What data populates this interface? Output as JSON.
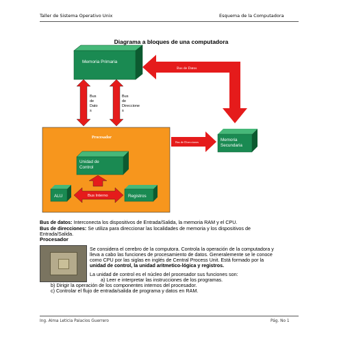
{
  "header": {
    "left": "Taller de Sistema Operativo Unix",
    "right": "Esquema de la Computadora"
  },
  "diagram": {
    "title": "Diagrama a bloques de una computadora",
    "memoria_primaria": "Memoria Primaria",
    "bus_datos_top": "Bus de Datos",
    "bus_datos_v": [
      "Bus",
      "de",
      "Dato",
      "s"
    ],
    "bus_direcciones_v": [
      "Bus",
      "de",
      "Direccione",
      "s"
    ],
    "procesador": "Procesador",
    "unidad_control": [
      "Unidad de",
      "Control"
    ],
    "bus_direcciones_h": "Bus de Direcciones",
    "memoria_secundaria": [
      "Memoria",
      "Secundaria"
    ],
    "alu": "ALU",
    "bus_interno": "Bus Interno",
    "registros": "Registros"
  },
  "body": {
    "bus_datos_label": "Bus de datos:",
    "bus_datos_text": " Interconecta los dispositivos de Entrada/Salida, la memoria RAM y el CPU.",
    "bus_dir_label": "Bus de direcciones:",
    "bus_dir_text_1": " Se utiliza para direccionar las localidades de memoria y los dispositivos de",
    "bus_dir_text_2": "Entrada/Salida.",
    "procesador_heading": "Procesador",
    "proc_p1_l1": "Se considera el cerebro de la computora. Controla la operación de la computadora y",
    "proc_p1_l2": "lleva a cabo las funciones de procesamiento de datos. Generalemente se le conoce",
    "proc_p1_l3": "como CPU por las siglas en inglés de Central Process Unit. Está formado por la",
    "proc_p1_l4": "unidad de control,  la unidad aritmetico-lógica y registros.",
    "proc_p2": "La unidad de control es el núcleo del procesador sus funciones son:",
    "item_a": "a)   Leer e interpretar las instrucciones de los programas.",
    "item_b": "b)   Dirigir la operación de los componentes internos del procesador.",
    "item_c": "c)   Controlar el flujo de entrada/salida de programa y datos en RAM."
  },
  "footer": {
    "left": "Ing. Alma Leticia Palacios Guerrero",
    "right": "Pág. No 1"
  },
  "colors": {
    "green": "#1a8a52",
    "green_top": "#46b879",
    "green_side": "#0c5a30",
    "orange": "#f7961d",
    "red": "#e51b1b"
  }
}
